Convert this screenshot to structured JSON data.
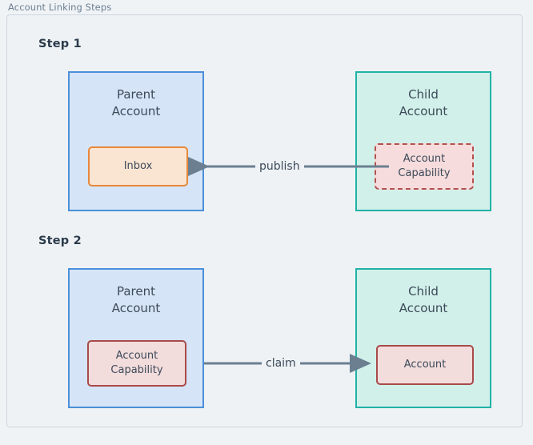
{
  "frame": {
    "title": "Account Linking Steps"
  },
  "colors": {
    "page_background": "#f0f3f6",
    "frame_background": "#eef2f5",
    "frame_border": "#ccd6e0",
    "parent_fill": "#d6e4f8",
    "parent_border": "#4a90d9",
    "child_fill": "#d2f0ea",
    "child_border": "#20b2a6",
    "inbox_fill": "#fae5d3",
    "inbox_border": "#e8873a",
    "capability_fill": "#f6dcdc",
    "capability_border": "#b5504f",
    "account_fill": "#f2dcdc",
    "account_border": "#a94a4a",
    "arrow": "#6b7f91",
    "step_label_text": "#2b3a4a",
    "box_text": "#3c4a59",
    "title_text": "#6b7f91"
  },
  "steps": [
    {
      "label": "Step 1",
      "parent": {
        "title": "Parent\nAccount",
        "inner": {
          "label": "Inbox",
          "style": "solid-orange"
        }
      },
      "child": {
        "title": "Child\nAccount",
        "inner": {
          "label": "Account\nCapability",
          "style": "dashed-red"
        }
      },
      "arrow": {
        "label": "publish",
        "direction": "right-to-left",
        "from": "Child Account",
        "to": "Parent Account"
      }
    },
    {
      "label": "Step 2",
      "parent": {
        "title": "Parent\nAccount",
        "inner": {
          "label": "Account\nCapability",
          "style": "solid-red"
        }
      },
      "child": {
        "title": "Child\nAccount",
        "inner": {
          "label": "Account",
          "style": "solid-red"
        }
      },
      "arrow": {
        "label": "claim",
        "direction": "left-to-right",
        "from": "Parent Account",
        "to": "Child Account"
      }
    }
  ]
}
